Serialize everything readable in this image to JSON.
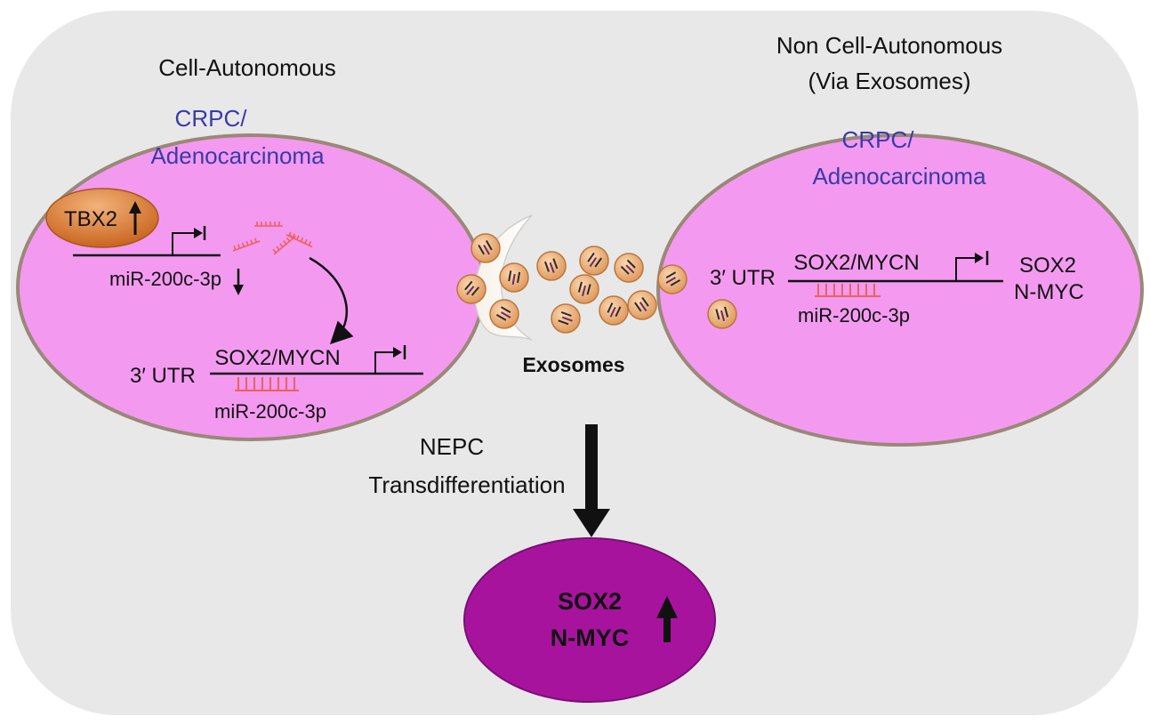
{
  "left_section": {
    "heading": "Cell-Autonomous",
    "cell_line1": "CRPC/",
    "cell_line2": "Adenocarcinoma",
    "tbx2_label": "TBX2",
    "mir_label_top": "miR-200c-3p",
    "utr_label": "3′ UTR",
    "target_label": "SOX2/MYCN",
    "mir_label_bottom": "miR-200c-3p"
  },
  "right_section": {
    "heading_line1": "Non Cell-Autonomous",
    "heading_line2": "(Via Exosomes)",
    "cell_line1": "CRPC/",
    "cell_line2": "Adenocarcinoma",
    "utr_label": "3′ UTR",
    "target_label": "SOX2/MYCN",
    "mir_label": "miR-200c-3p",
    "output_line1": "SOX2",
    "output_line2": "N-MYC"
  },
  "center": {
    "exosomes_label": "Exosomes",
    "transition_line1": "NEPC",
    "transition_line2": "Transdifferentiation"
  },
  "result_cell": {
    "line1": "SOX2",
    "line2": "N-MYC"
  },
  "colors": {
    "background_panel": "#e8e8e8",
    "cell_fill": "#f39af0",
    "cell_border": "#9a8878",
    "result_fill": "#a8139e",
    "exosome_fill": "#e8a46a",
    "tbx2_fill": "#d9782f",
    "mirna_color": "#f0605a",
    "cell_text": "#3a3aa8"
  }
}
